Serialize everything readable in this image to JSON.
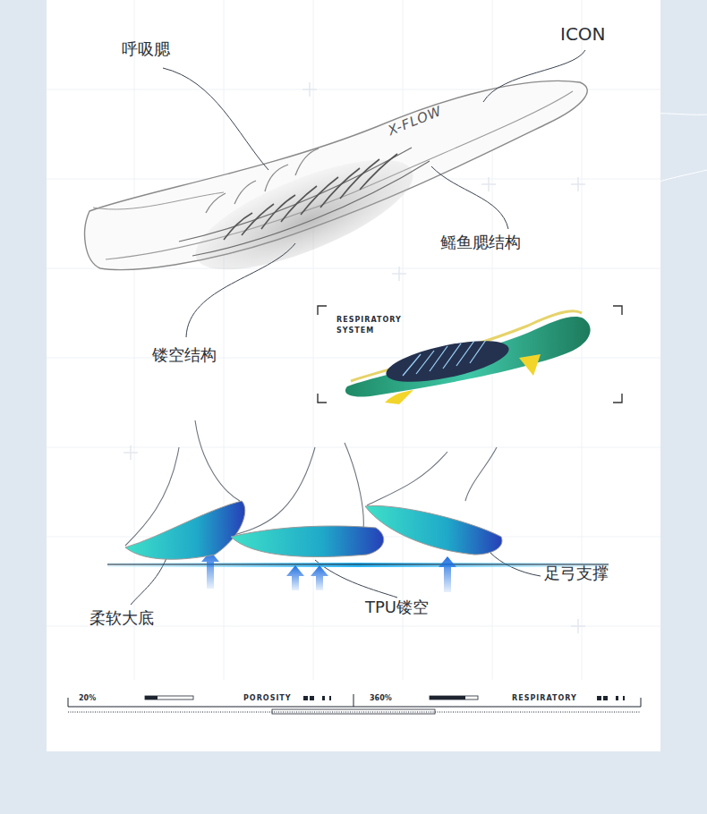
{
  "diagram": {
    "labels": [
      "呼吸腮",
      "ICON",
      "X-FLOW",
      "鳐鱼腮结构",
      "镂空结构",
      "RESPIRATORY SYSTEM",
      "X-FLOW",
      "足弓支撑",
      "柔软大底",
      "TPU镂空",
      "20%",
      "POROSITY",
      "360%",
      "RESPIRATORY"
    ]
  }
}
